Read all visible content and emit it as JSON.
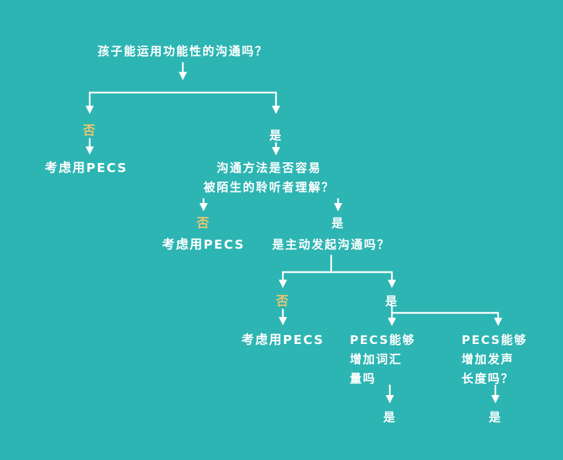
{
  "title": "PECS decision flowchart",
  "colors": {
    "background": "#2db5b3",
    "text": "#ffffff",
    "highlight_no": "#e8c76e",
    "line": "#ffffff"
  },
  "flowchart": {
    "q1": "孩子能运用功能性的沟通吗？",
    "branch1": {
      "no": "否",
      "no_result": "考虑用PECS",
      "yes": "是"
    },
    "q2": [
      "沟通方法是否容易",
      "被陌生的聆听者理解？"
    ],
    "branch2": {
      "no": "否",
      "no_result": "考虑用PECS",
      "yes": "是"
    },
    "q3": "是主动发起沟通吗？",
    "branch3": {
      "no": "否",
      "no_result": "考虑用PECS",
      "yes": "是"
    },
    "q4a": [
      "PECS能够",
      "增加词汇",
      "量吗"
    ],
    "q4a_answer": "是",
    "q4b": [
      "PECS能够",
      "增加发声",
      "长度吗？"
    ],
    "q4b_answer": "是"
  }
}
